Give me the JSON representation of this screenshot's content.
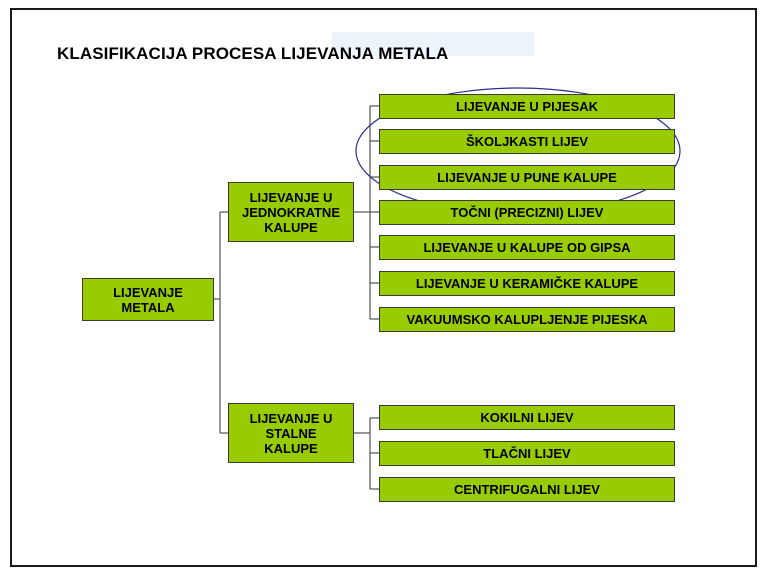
{
  "title": "KLASIFIKACIJA PROCESA LIJEVANJA METALA",
  "colors": {
    "box_fill": "#99cc00",
    "box_border": "#3a3a3a",
    "connector": "#333333",
    "ellipse": "#2a2f8a"
  },
  "root": {
    "label": "LIJEVANJE\nMETALA"
  },
  "groups": [
    {
      "label": "LIJEVANJE U\nJEDNOKRATNE\nKALUPE",
      "items": [
        "LIJEVANJE U PIJESAK",
        "ŠKOLJKASTI LIJEV",
        "LIJEVANJE U PUNE KALUPE",
        "TOČNI (PRECIZNI) LIJEV",
        "LIJEVANJE U KALUPE OD GIPSA",
        "LIJEVANJE U KERAMIČKE KALUPE",
        "VAKUUMSKO KALUPLJENJE PIJESKA"
      ]
    },
    {
      "label": "LIJEVANJE U\nSTALNE\nKALUPE",
      "items": [
        "KOKILNI LIJEV",
        "TLAČNI LIJEV",
        "CENTRIFUGALNI LIJEV"
      ]
    }
  ]
}
